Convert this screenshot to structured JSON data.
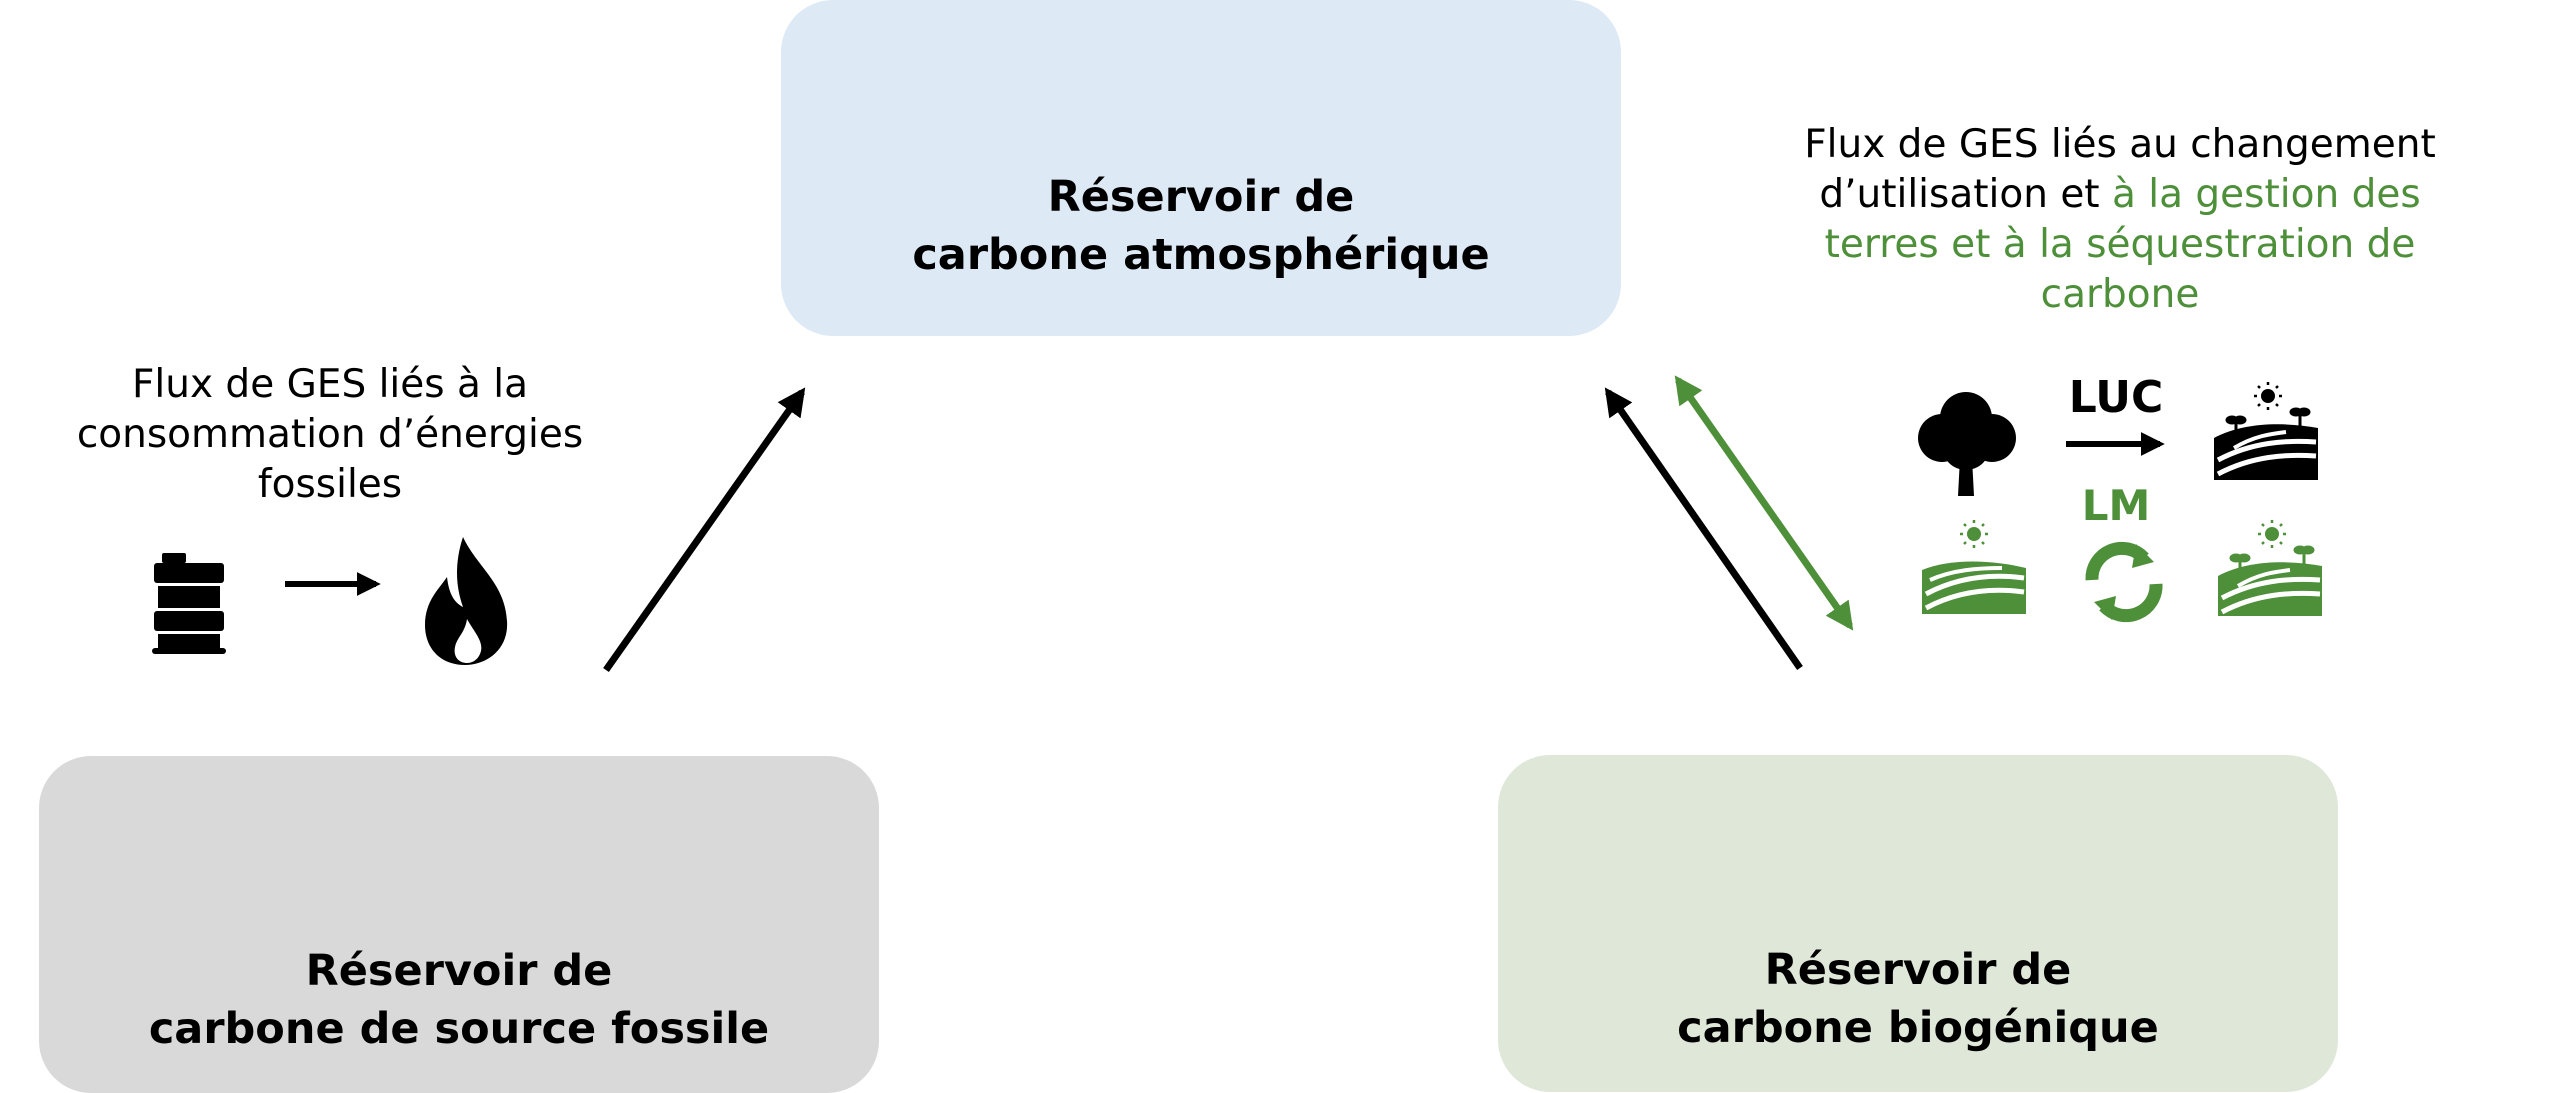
{
  "colors": {
    "atmo_bg": "#dde9f5",
    "fossil_bg": "#d9d9d9",
    "bio_bg": "#dfe8d8",
    "green": "#4e8f3a",
    "black": "#000000"
  },
  "boxes": {
    "atmosphere": {
      "title": "Réservoir de\ncarbone atmosphérique",
      "icon": "cloud-icon"
    },
    "fossil": {
      "title": "Réservoir de\ncarbone de source fossile",
      "icon": "oil-barrel-icon"
    },
    "biogenic": {
      "title": "Réservoir de\ncarbone biogénique",
      "icon": "sprout-icon"
    }
  },
  "flux": {
    "fossil_label": "Flux de GES liés à la consommation d’énergies fossiles",
    "land_label_black": "Flux de GES liés au changement d’utilisation et ",
    "land_label_green": "à la gestion des terres et à la séquestration de carbone",
    "luc_label": "LUC",
    "lm_label": "LM"
  }
}
